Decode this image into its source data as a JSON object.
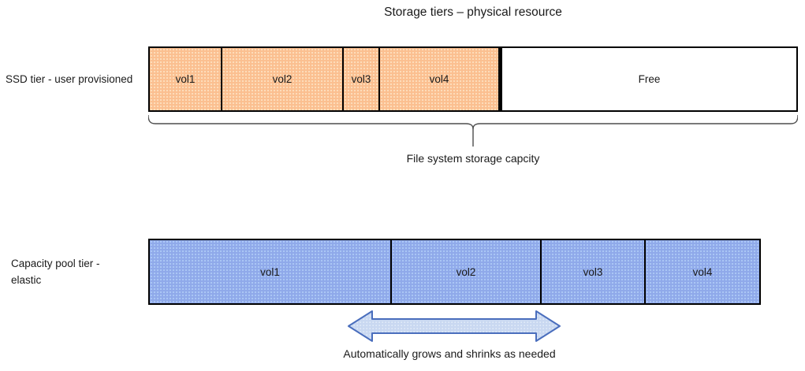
{
  "title": "Storage tiers – physical resource",
  "rows": {
    "ssd": {
      "label": "SSD tier - user provisioned",
      "segments": [
        {
          "label": "vol1"
        },
        {
          "label": "vol2"
        },
        {
          "label": "vol3"
        },
        {
          "label": "vol4"
        },
        {
          "label": "Free"
        }
      ]
    },
    "capacity": {
      "label": "Capacity pool tier - elastic",
      "segments": [
        {
          "label": "vol1"
        },
        {
          "label": "vol2"
        },
        {
          "label": "vol3"
        },
        {
          "label": "vol4"
        }
      ]
    }
  },
  "brace_caption": "File system storage capcity",
  "arrow_caption": "Automatically grows and shrinks as needed",
  "colors": {
    "ssd_fill": "#FBBF90",
    "ssd_dot": "#FDDDBC",
    "pool_fill": "#8FA9EA",
    "pool_dot": "#ABC7F5",
    "arrow_fill": "#C9D8F1",
    "arrow_border": "#4A6EBD",
    "bar_border": "#000000",
    "brace_line": "#4D4D4D"
  }
}
